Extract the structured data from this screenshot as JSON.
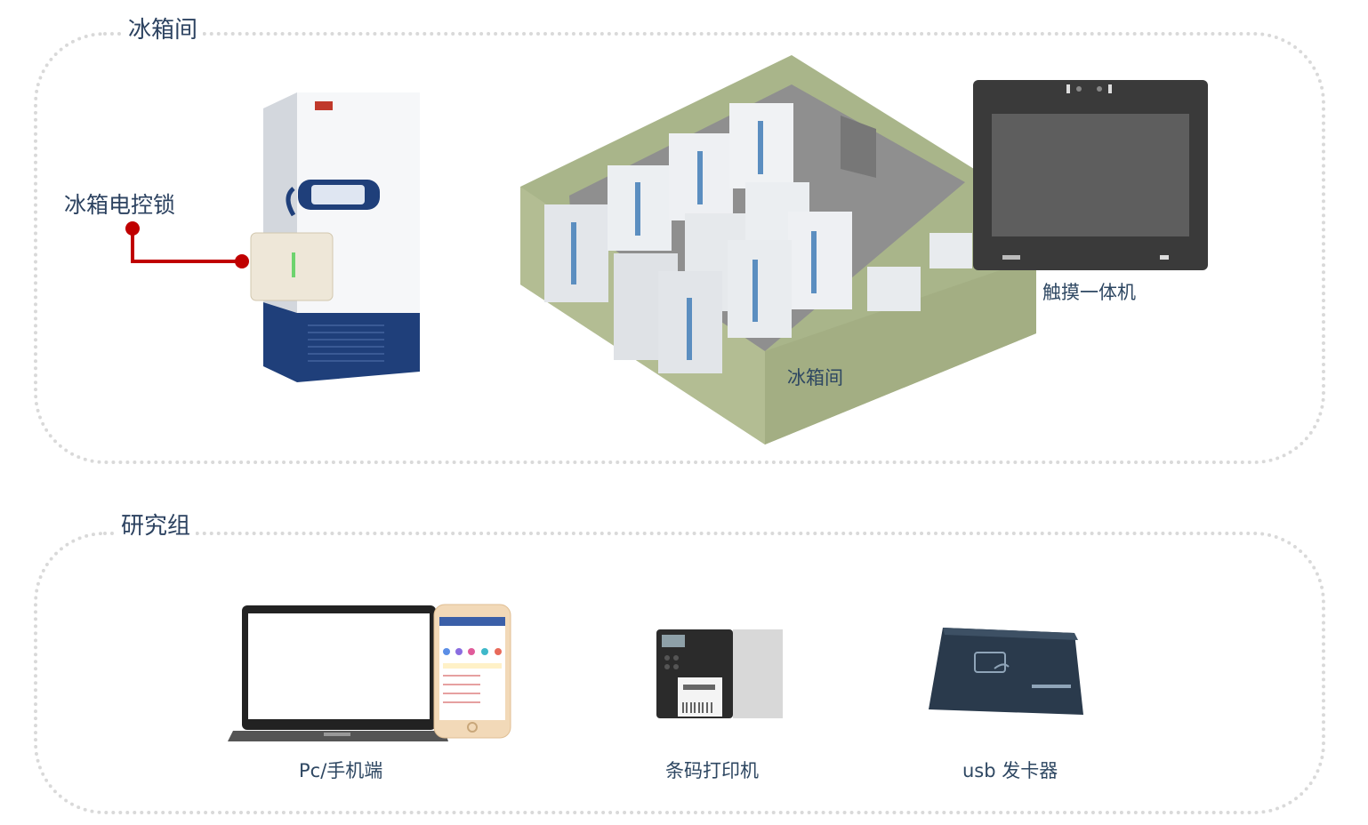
{
  "sections": {
    "top": {
      "title": "冰箱间"
    },
    "bottom": {
      "title": "研究组"
    }
  },
  "labels": {
    "lock": "冰箱电控锁",
    "room": "冰箱间",
    "touch_screen": "触摸一体机",
    "pc_mobile": "Pc/手机端",
    "printer": "条码打印机",
    "usb_reader": "usb 发卡器"
  },
  "colors": {
    "title_text": "#2c4260",
    "connector": "#c00000",
    "room_wall": "#a9b58a",
    "screen_bezel": "#3a3a3a",
    "freezer_base": "#1f3f7a"
  }
}
